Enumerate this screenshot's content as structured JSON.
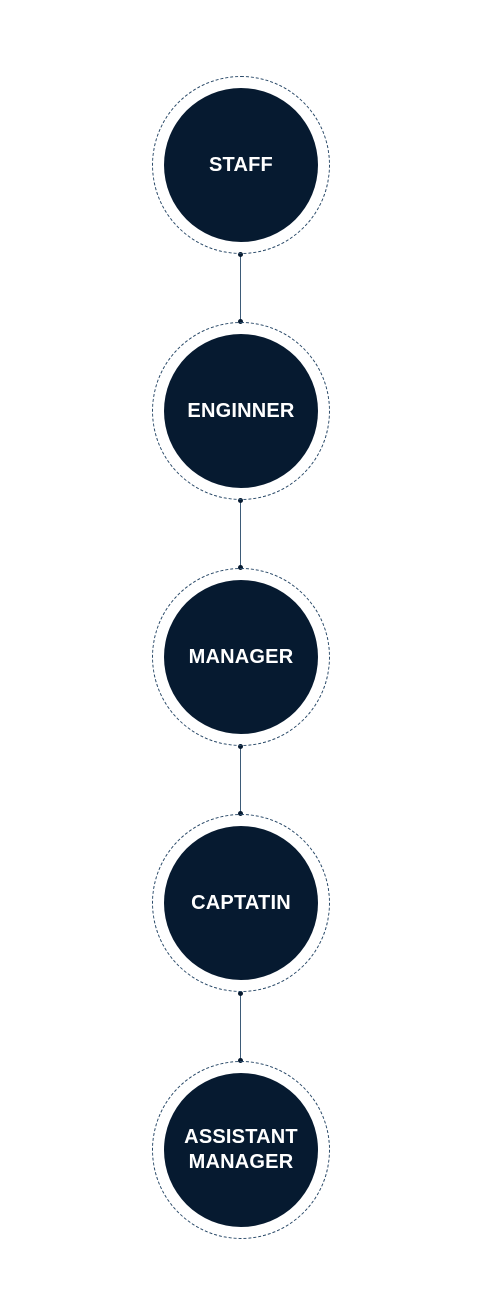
{
  "diagram": {
    "colors": {
      "node_fill": "#061a30",
      "ring_stroke": "#274766",
      "connector": "#3d5b78",
      "label_text": "#ffffff",
      "background": "#ffffff"
    },
    "nodes": [
      {
        "label": "STAFF"
      },
      {
        "label": "ENGINNER"
      },
      {
        "label": "MANAGER"
      },
      {
        "label": "CAPTATIN"
      },
      {
        "label": "ASSISTANT\nMANAGER"
      }
    ],
    "edges": [
      {
        "from": "STAFF",
        "to": "ENGINNER"
      },
      {
        "from": "ENGINNER",
        "to": "MANAGER"
      },
      {
        "from": "MANAGER",
        "to": "CAPTATIN"
      },
      {
        "from": "CAPTATIN",
        "to": "ASSISTANT\nMANAGER"
      }
    ]
  }
}
